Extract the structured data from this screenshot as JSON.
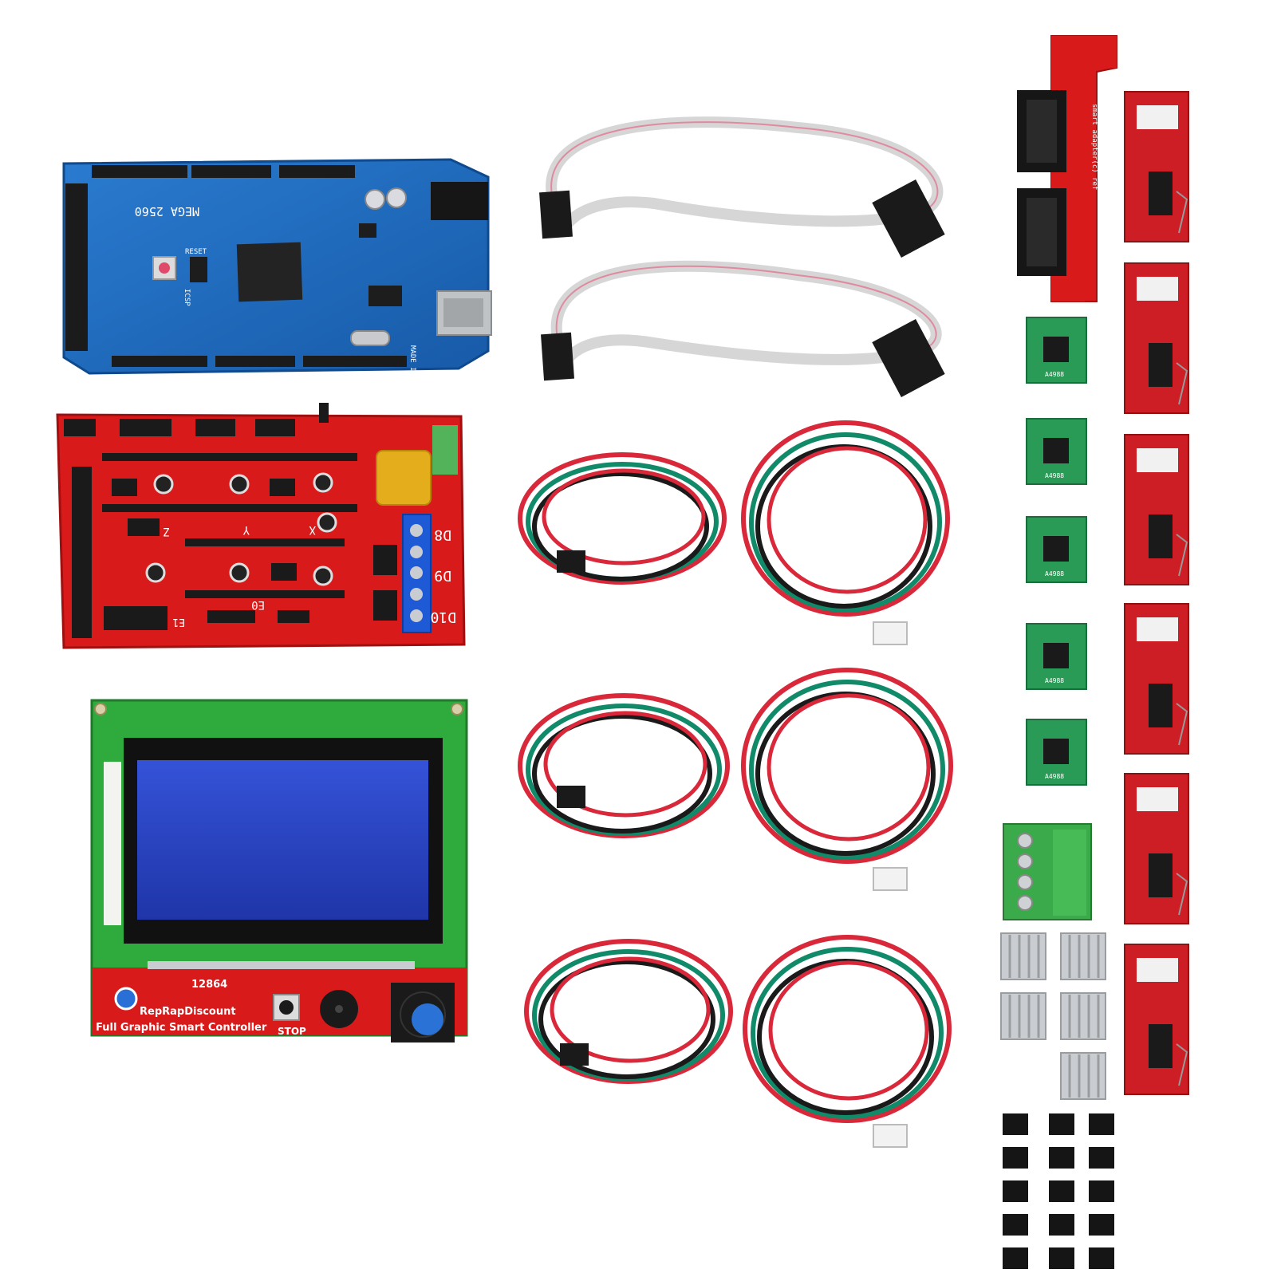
{
  "colors": {
    "background": "#ffffff",
    "mega_pcb": "#1c66b6",
    "ramps_pcb": "#d91a1a",
    "lcd_pcb": "#2eab3c",
    "lcd_screen": "#2a45c7",
    "driver_pcb": "#2a9b57",
    "endstop_pcb": "#cc1e24",
    "ribbon_cable": "#d6d6d6",
    "wire_red": "#d8283a",
    "wire_green": "#118a6a",
    "wire_black": "#1a1a1a",
    "terminal_green": "#3aaa4a",
    "heatsink": "#c9ccd0",
    "jumper": "#151515"
  },
  "mega": {
    "model": "MEGA 2560",
    "origin": "MADE IN CHINA",
    "icsp": "ICSP",
    "reset": "RESET"
  },
  "ramps": {
    "d8": "D8",
    "d9": "D9",
    "d10": "D10",
    "x": "X",
    "y": "Y",
    "z": "Z",
    "e0": "E0",
    "e1": "E1"
  },
  "lcd": {
    "model": "12864",
    "brand": "RepRapDiscount",
    "product": "Full Graphic Smart Controller",
    "stop": "STOP"
  },
  "adapter": {
    "label": "smart adapter(c) ref"
  },
  "driver": {
    "chip": "A4988"
  },
  "icons": [
    "arduino-mega-board-image",
    "ramps-shield-image",
    "lcd-controller-image",
    "ribbon-cable-image",
    "stepper-cable-image",
    "lcd-adapter-image",
    "stepper-driver-image",
    "endstop-switch-image",
    "terminal-block-image",
    "heatsink-image",
    "jumper-cap-image"
  ]
}
